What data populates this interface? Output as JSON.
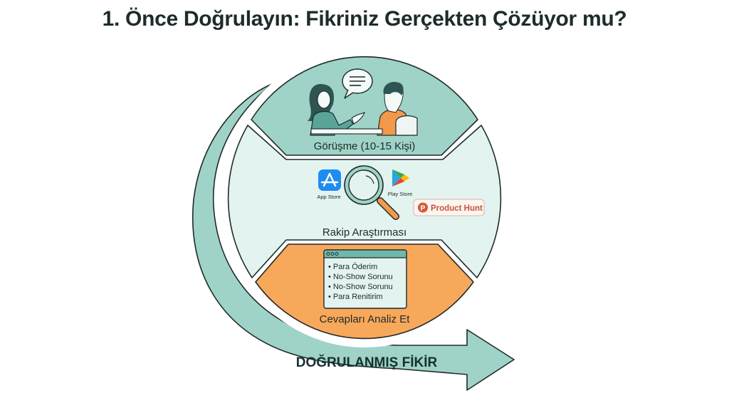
{
  "title": "1. Önce Doğrulayın: Fikriniz Gerçekten Çözüyor mu?",
  "colors": {
    "teal_dark": "#9fd3c7",
    "teal_light": "#e3f3f0",
    "orange": "#f8a85a",
    "outline": "#1f2a2a",
    "product_hunt": "#d35b35",
    "app_store": "#1e8cf0"
  },
  "sections": [
    {
      "label": "Görüşme (10-15 Kişi)",
      "illustration": "interview-illustration"
    },
    {
      "label": "Rakip Araştırması",
      "illustration": "magnifying-glass"
    },
    {
      "label": "Cevapları Analiz Et",
      "illustration": "response-window"
    }
  ],
  "competitors": {
    "app_store": "App Store",
    "play_store": "Play Store",
    "product_hunt": "Product Hunt",
    "product_hunt_letter": "P"
  },
  "responses": {
    "items": [
      "• Para Öderim",
      "• No-Show Sorunu",
      "• No-Show Sorunu",
      "• Para Renitirim"
    ]
  },
  "arrow": {
    "label": "DOĞRULANMIŞ FİKİR"
  }
}
